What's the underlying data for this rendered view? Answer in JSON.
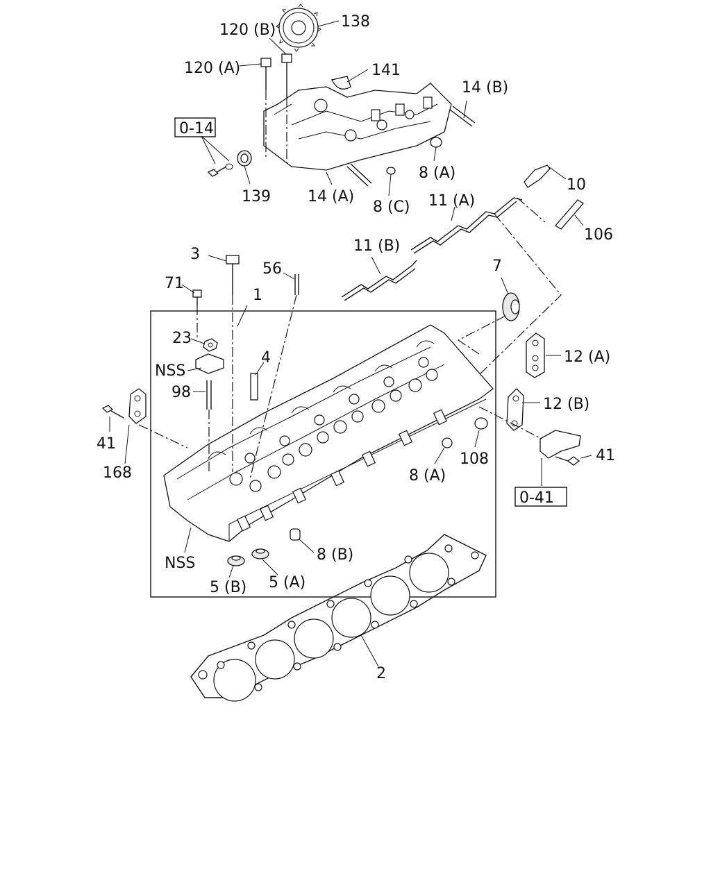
{
  "labels": {
    "l138": "138",
    "l120b": "120 (B)",
    "l120a": "120 (A)",
    "l141": "141",
    "l14b": "14 (B)",
    "l014": "0-14",
    "l139": "139",
    "l14a": "14 (A)",
    "l8c": "8 (C)",
    "l8a_top": "8 (A)",
    "l11a": "11 (A)",
    "l10": "10",
    "l106": "106",
    "l11b": "11 (B)",
    "l3": "3",
    "l56": "56",
    "l71": "71",
    "l1": "1",
    "l7": "7",
    "l23": "23",
    "l4": "4",
    "lnss1": "NSS",
    "l12a": "12 (A)",
    "l98": "98",
    "l12b": "12 (B)",
    "l41l": "41",
    "l41r": "41",
    "l168": "168",
    "l108": "108",
    "l8a_mid": "8 (A)",
    "l041": "0-41",
    "l8b": "8 (B)",
    "lnss2": "NSS",
    "l5b": "5 (B)",
    "l5a": "5 (A)",
    "l2": "2"
  }
}
